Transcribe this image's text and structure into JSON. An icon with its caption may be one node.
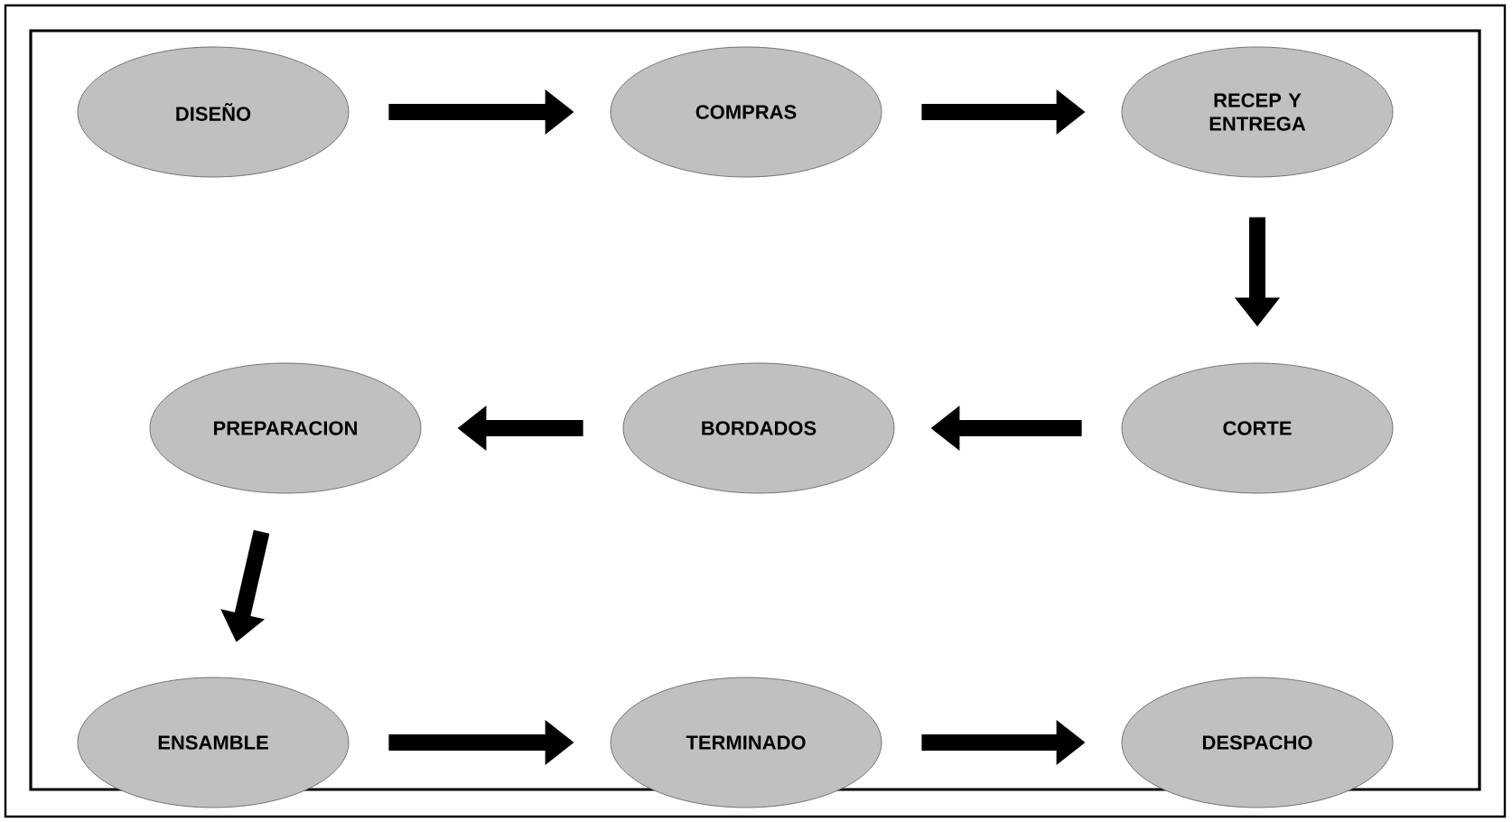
{
  "diagram": {
    "nodes": [
      {
        "text": [
          "DISEÑO"
        ]
      },
      {
        "text": [
          "COMPRAS"
        ]
      },
      {
        "text": [
          "RECEP Y ENTREGA"
        ]
      },
      {
        "text": [
          "PREPARACION"
        ]
      },
      {
        "text": [
          "BORDADOS"
        ]
      },
      {
        "text": [
          "CORTE"
        ]
      },
      {
        "text": [
          "ENSAMBLE"
        ]
      },
      {
        "text": [
          "TERMINADO"
        ]
      },
      {
        "text": [
          "DESPACHO"
        ]
      }
    ],
    "edges": [
      {
        "from": 0,
        "to": 1,
        "arrow": "to"
      },
      {
        "from": 1,
        "to": 2,
        "arrow": "to"
      },
      {
        "from": 2,
        "to": 5,
        "arrow": "to"
      },
      {
        "from": 5,
        "to": 4,
        "arrow": "to"
      },
      {
        "from": 4,
        "to": 3,
        "arrow": "to"
      },
      {
        "from": 3,
        "to": 6,
        "arrow": "to"
      },
      {
        "from": 6,
        "to": 7,
        "arrow": "to"
      },
      {
        "from": 7,
        "to": 8,
        "arrow": "to"
      }
    ]
  }
}
